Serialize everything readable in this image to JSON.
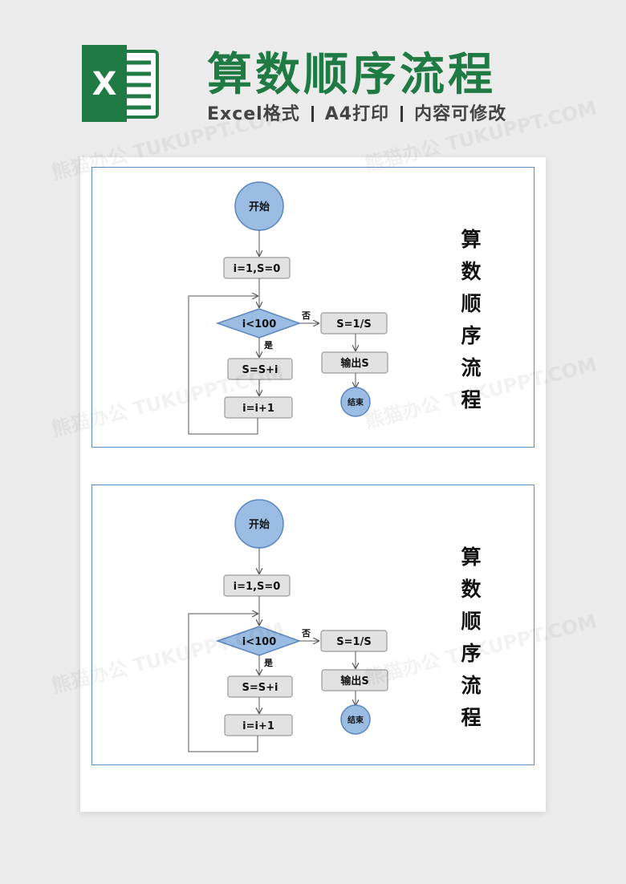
{
  "header": {
    "title": "算数顺序流程",
    "subtitle_parts": [
      "Excel格式",
      "A4打印",
      "内容可修改"
    ],
    "logo_letter": "X"
  },
  "watermark": "熊猫办公 TUKUPPT.COM",
  "diagram": {
    "vertical_title": [
      "算",
      "数",
      "顺",
      "序",
      "流",
      "程"
    ],
    "nodes": {
      "start": "开始",
      "init": "i=1,S=0",
      "cond": "i<100",
      "sum": "S=S+i",
      "inc": "i=i+1",
      "recip": "S=1/S",
      "output": "输出S",
      "end": "结束"
    },
    "edge_labels": {
      "no": "否",
      "yes": "是"
    }
  },
  "colors": {
    "brand_green": "#1f7a44",
    "node_fill": "#9bbde3",
    "node_stroke": "#5a86bf",
    "box_fill": "#e2e2e2",
    "box_stroke": "#9a9a9a",
    "panel_border": "#5b8fc7"
  }
}
